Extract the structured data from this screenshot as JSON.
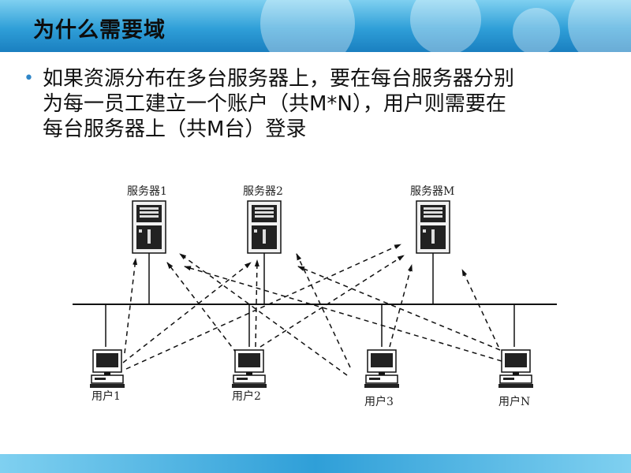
{
  "slide": {
    "title": "为什么需要域",
    "bullet": "如果资源分布在多台服务器上，要在每台服务器分别为每一员工建立一个账户（共M*N），用户则需要在每台服务器上（共M台）登录"
  },
  "diagram": {
    "servers": [
      "服务器1",
      "服务器2",
      "服务器M"
    ],
    "users": [
      "用户1",
      "用户2",
      "用户3",
      "用户N"
    ]
  }
}
